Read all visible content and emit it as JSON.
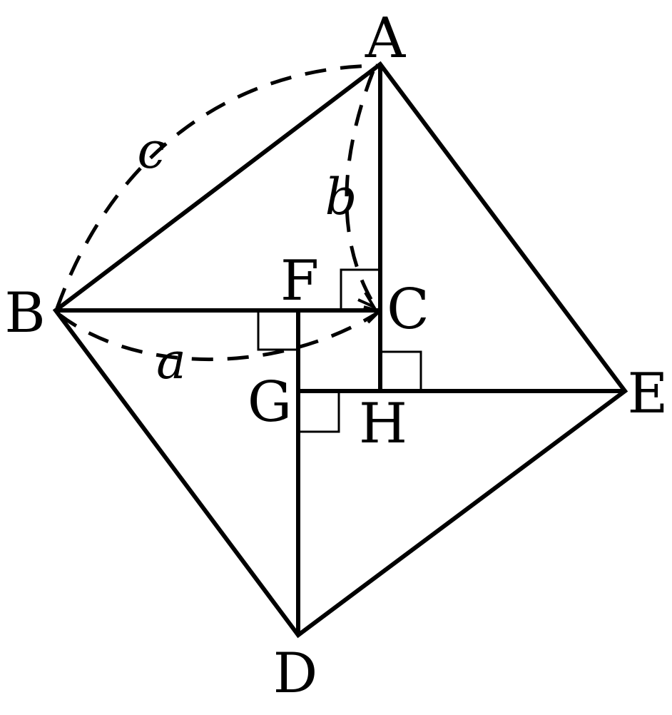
{
  "points": {
    "A": "A",
    "B": "B",
    "C": "C",
    "D": "D",
    "E": "E",
    "F": "F",
    "G": "G",
    "H": "H"
  },
  "sides": {
    "a": "a",
    "b": "b",
    "c": "c"
  },
  "colors": {
    "stroke": "#000000",
    "background": "#ffffff"
  }
}
